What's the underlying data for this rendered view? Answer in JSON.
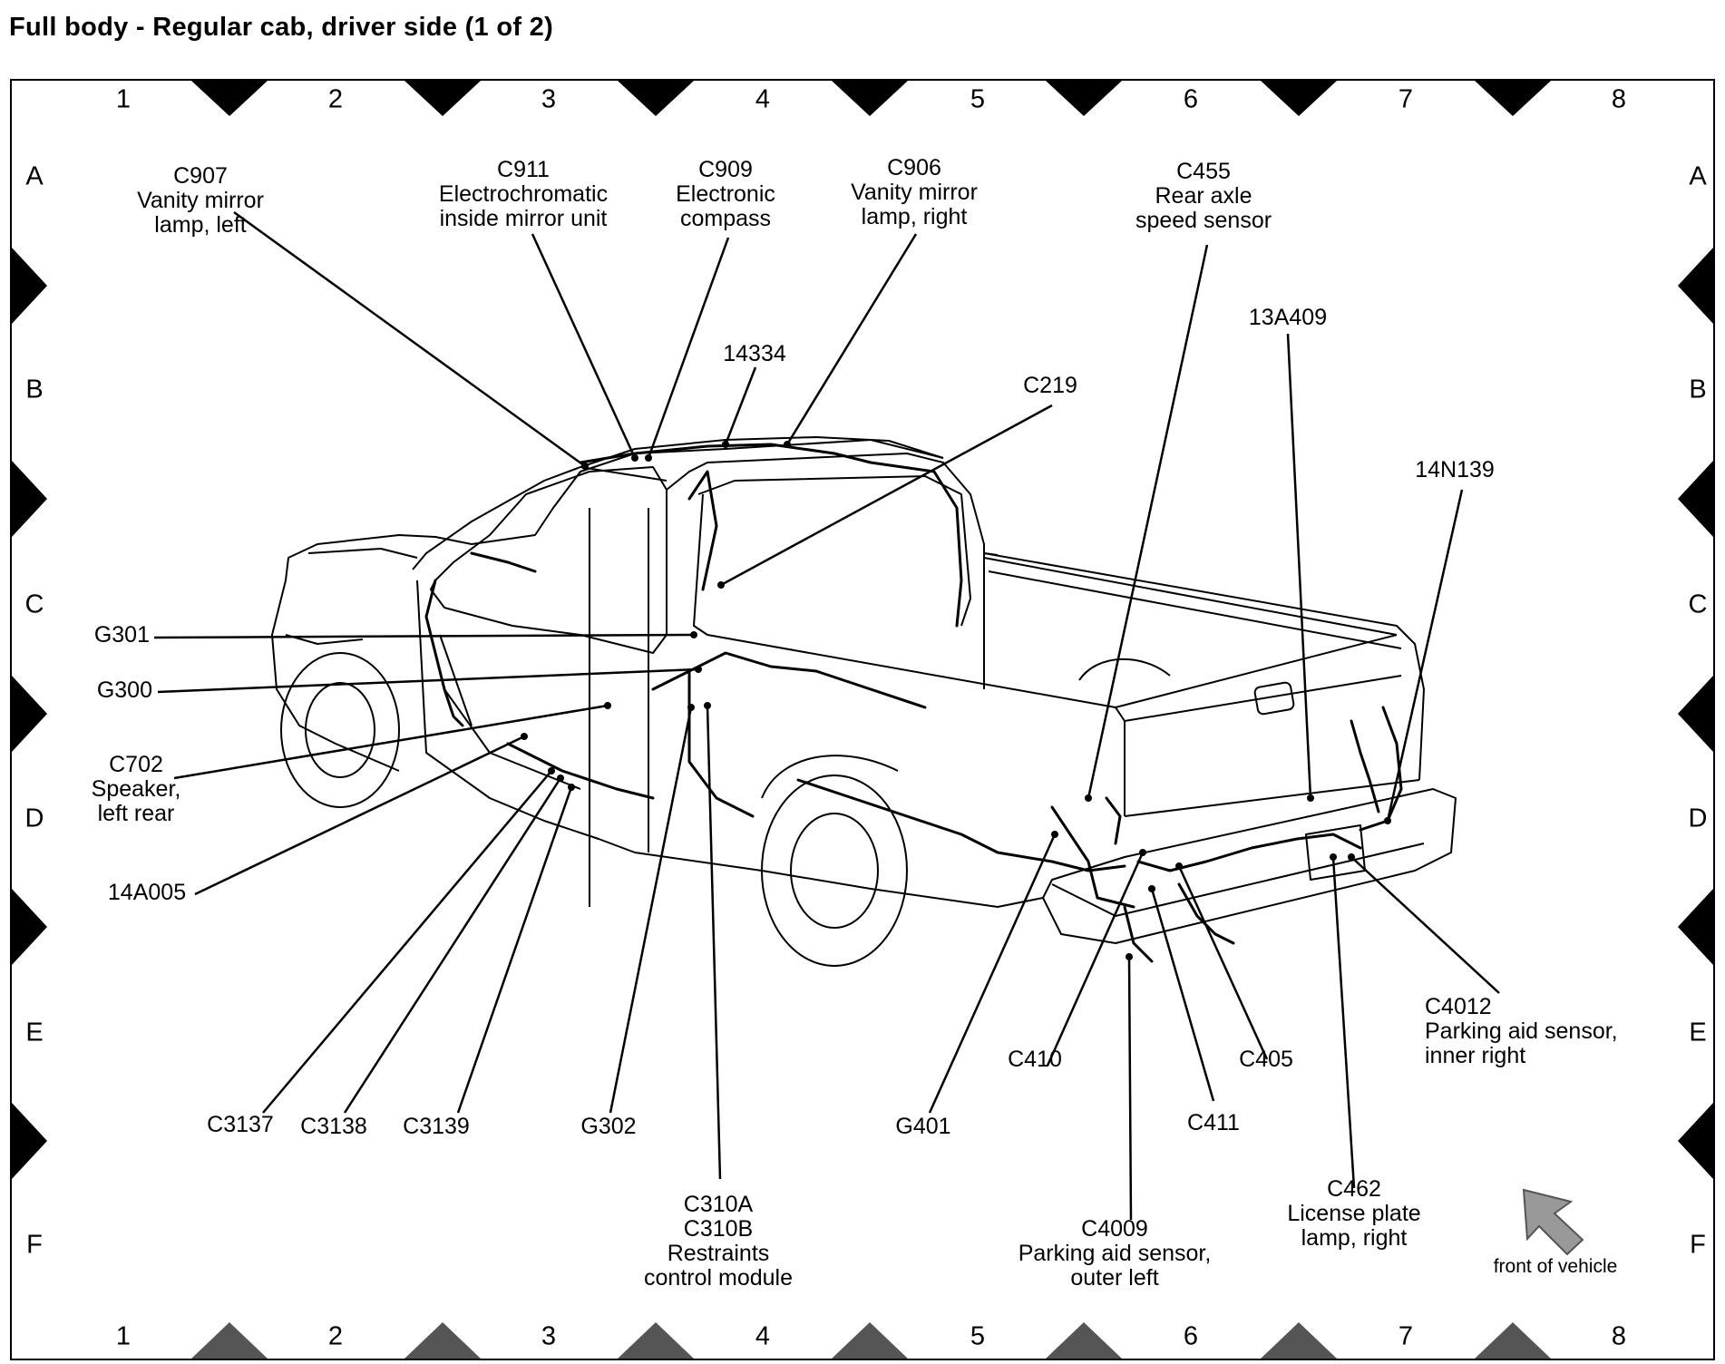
{
  "title": "Full body - Regular cab, driver side (1 of 2)",
  "grid": {
    "columns": [
      "1",
      "2",
      "3",
      "4",
      "5",
      "6",
      "7",
      "8"
    ],
    "rows": [
      "A",
      "B",
      "C",
      "D",
      "E",
      "F"
    ]
  },
  "labels": {
    "c907": [
      "C907",
      "Vanity mirror",
      "lamp, left"
    ],
    "c911": [
      "C911",
      "Electrochromatic",
      "inside mirror unit"
    ],
    "c909": [
      "C909",
      "Electronic",
      "compass"
    ],
    "c906": [
      "C906",
      "Vanity mirror",
      "lamp, right"
    ],
    "c455": [
      "C455",
      "Rear axle",
      "speed sensor"
    ],
    "p14334": [
      "14334"
    ],
    "c219": [
      "C219"
    ],
    "p13a409": [
      "13A409"
    ],
    "p14n139": [
      "14N139"
    ],
    "g301": [
      "G301"
    ],
    "g300": [
      "G300"
    ],
    "c702": [
      "C702",
      "Speaker,",
      "left rear"
    ],
    "p14a005": [
      "14A005"
    ],
    "c3137": [
      "C3137"
    ],
    "c3138": [
      "C3138"
    ],
    "c3139": [
      "C3139"
    ],
    "g302": [
      "G302"
    ],
    "c310": [
      "C310A",
      "C310B",
      "Restraints",
      "control module"
    ],
    "g401": [
      "G401"
    ],
    "c410": [
      "C410"
    ],
    "c405": [
      "C405"
    ],
    "c411": [
      "C411"
    ],
    "c4009": [
      "C4009",
      "Parking aid sensor,",
      "outer left"
    ],
    "c462": [
      "C462",
      "License plate",
      "lamp, right"
    ],
    "c4012": [
      "C4012",
      "Parking aid sensor,",
      "inner right"
    ]
  },
  "front_of_vehicle_label": "front of vehicle",
  "arrow_color": "#999999"
}
